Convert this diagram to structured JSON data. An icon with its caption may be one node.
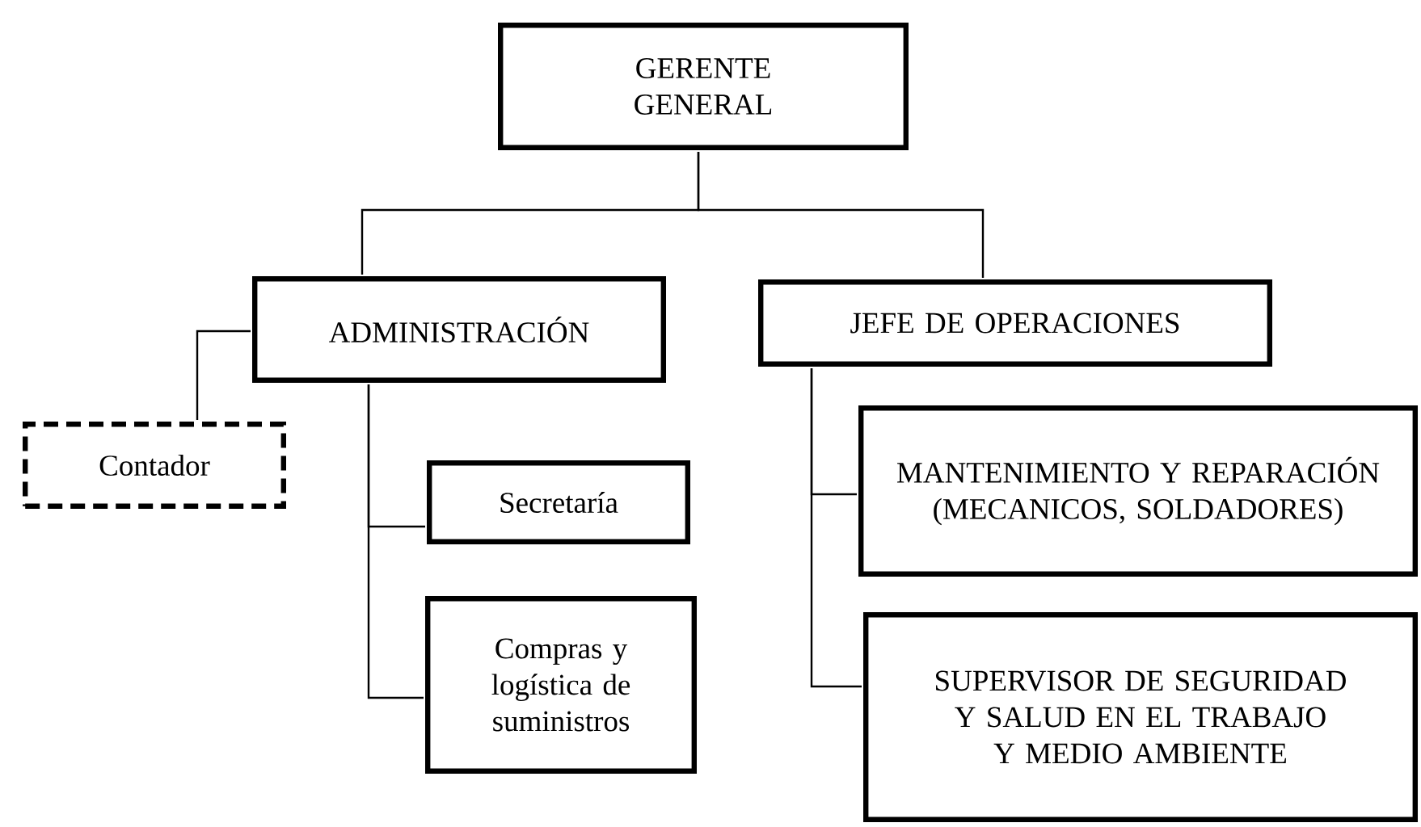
{
  "diagram": {
    "nodes": [
      {
        "text": [
          "GERENTE GENERAL"
        ]
      },
      {
        "text": [
          "ADMINISTRACIÓN"
        ]
      },
      {
        "text": [
          "JEFE DE OPERACIONES"
        ]
      },
      {
        "text": [
          "Contador"
        ]
      },
      {
        "text": [
          "Secretaría"
        ]
      },
      {
        "text": [
          "Compras y logística de suministros"
        ]
      },
      {
        "text": [
          "MANTENIMIENTO Y REPARACIÓN (MECANICOS, SOLDADORES)"
        ]
      },
      {
        "text": [
          "SUPERVISOR DE SEGURIDAD Y SALUD EN EL TRABAJO Y MEDIO AMBIENTE"
        ]
      }
    ],
    "edges": [
      {
        "from": 0,
        "to": 1,
        "arrow": "none"
      },
      {
        "from": 0,
        "to": 2,
        "arrow": "none"
      },
      {
        "from": 1,
        "to": 3,
        "arrow": "none"
      },
      {
        "from": 1,
        "to": 4,
        "arrow": "none"
      },
      {
        "from": 1,
        "to": 5,
        "arrow": "none"
      },
      {
        "from": 2,
        "to": 6,
        "arrow": "none"
      },
      {
        "from": 2,
        "to": 7,
        "arrow": "none"
      }
    ]
  }
}
